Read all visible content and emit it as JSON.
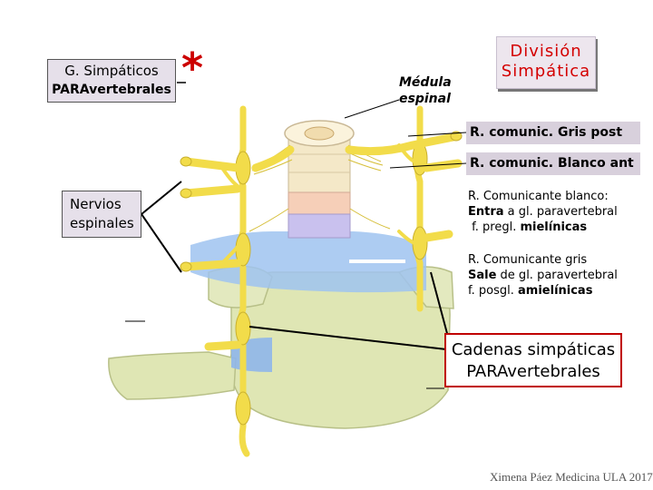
{
  "labels": {
    "g_simpaticos_l1": "G. Simpáticos",
    "g_simpaticos_l2": "PARAvertebrales",
    "asterisk": "*",
    "medula_l1": "Médula",
    "medula_l2": "espinal",
    "division_l1": "División",
    "division_l2": "Simpática",
    "r_comunic_gris": "R. comunic. Gris post",
    "r_comunic_blanco": "R. comunic. Blanco ant",
    "nervios_l1": "Nervios",
    "nervios_l2": "espinales",
    "rc_blanco_title": "R. Comunicante blanco:",
    "rc_blanco_w1": "Entra",
    "rc_blanco_t1": " a gl. paravertebral",
    "rc_blanco_t2": "f. pregl. ",
    "rc_blanco_w2": "mielínicas",
    "rc_gris_title": "R. Comunicante gris",
    "rc_gris_w1": "Sale",
    "rc_gris_t1": " de gl. paravertebral",
    "rc_gris_t2": "f. posgl. ",
    "rc_gris_w2": "amielínicas",
    "cadenas_l1": "Cadenas simpáticas",
    "cadenas_l2": "PARAvertebrales",
    "credit": "Ximena Páez Medicina ULA 2017"
  },
  "colors": {
    "nerve": "#f2dc4a",
    "bone": "#dfe6b4",
    "cord": "#f4e8c8",
    "cord_pink": "#f6cfb8",
    "cord_lavender": "#c9c1ee",
    "csf": "#9fc3f0",
    "title_red": "#d40000"
  }
}
